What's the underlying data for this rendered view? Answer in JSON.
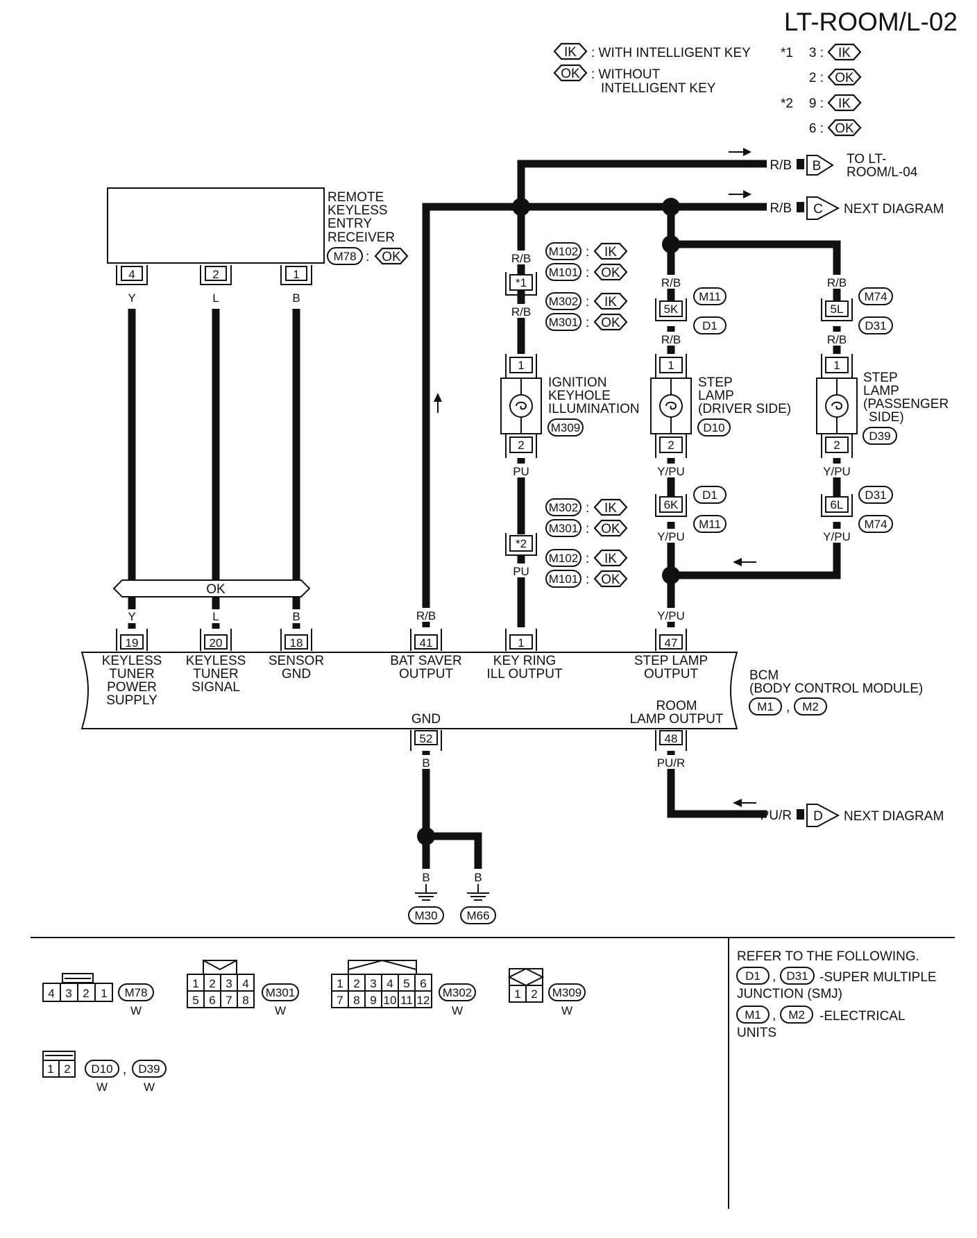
{
  "title": "LT-ROOM/L-02",
  "legend": {
    "ik_tag": "IK",
    "ik_text": ": WITH INTELLIGENT KEY",
    "ok_tag": "OK",
    "ok_text_1": ": WITHOUT",
    "ok_text_2": "INTELLIGENT KEY",
    "star1": "*1",
    "star1_a": "3 :",
    "star1_b": "2 :",
    "star2": "*2",
    "star2_a": "9 :",
    "star2_b": "6 :"
  },
  "receiver": {
    "name_1": "REMOTE",
    "name_2": "KEYLESS",
    "name_3": "ENTRY",
    "name_4": "RECEIVER",
    "connector": "M78",
    "variant": "OK",
    "pins": [
      "4",
      "2",
      "1"
    ],
    "wire_colors": [
      "Y",
      "L",
      "B"
    ]
  },
  "ok_bar": "OK",
  "bcm": {
    "name_1": "BCM",
    "name_2": "(BODY CONTROL MODULE)",
    "connectors": [
      "M1",
      "M2"
    ],
    "pins": {
      "p19": "19",
      "p20": "20",
      "p18": "18",
      "p41": "41",
      "p1": "1",
      "p47": "47",
      "p52": "52",
      "p48": "48"
    },
    "labels": {
      "kt_power_1": "KEYLESS",
      "kt_power_2": "TUNER",
      "kt_power_3": "POWER",
      "kt_power_4": "SUPPLY",
      "kt_signal_1": "KEYLESS",
      "kt_signal_2": "TUNER",
      "kt_signal_3": "SIGNAL",
      "sensor_1": "SENSOR",
      "sensor_2": "GND",
      "bat_1": "BAT SAVER",
      "bat_2": "OUTPUT",
      "key_1": "KEY RING",
      "key_2": "ILL OUTPUT",
      "step_1": "STEP LAMP",
      "step_2": "OUTPUT",
      "gnd": "GND",
      "room_1": "ROOM",
      "room_2": "LAMP OUTPUT"
    }
  },
  "wire_labels": {
    "rb": "R/B",
    "pu": "PU",
    "ypu": "Y/PU",
    "pur": "PU/R",
    "b": "B",
    "y": "Y",
    "l": "L"
  },
  "outputs": {
    "to_b_tag": "B",
    "to_b_text_1": "TO LT-",
    "to_b_text_2": "ROOM/L-04",
    "next_c_tag": "C",
    "next_d_tag": "D",
    "next_text": "NEXT DIAGRAM"
  },
  "ignition": {
    "name_1": "IGNITION",
    "name_2": "KEYHOLE",
    "name_3": "ILLUMINATION",
    "connector": "M309",
    "pin_top": "1",
    "pin_bottom": "2",
    "star1_box": "*1",
    "star2_box": "*2",
    "upper_conn": [
      "M102",
      "M101",
      "M302",
      "M301"
    ],
    "lower_conn": [
      "M302",
      "M301",
      "M102",
      "M101"
    ],
    "ik": "IK",
    "ok": "OK",
    "colon": ":"
  },
  "step_driver": {
    "name_1": "STEP",
    "name_2": "LAMP",
    "name_3": "(DRIVER SIDE)",
    "connector": "D10",
    "pin_top": "1",
    "pin_bottom": "2",
    "jc_top": "5K",
    "jc_bottom": "6K",
    "jc_top_conn": [
      "M11",
      "D1"
    ],
    "jc_bottom_conn": [
      "D1",
      "M11"
    ]
  },
  "step_passenger": {
    "name_1": "STEP",
    "name_2": "LAMP",
    "name_3": "(PASSENGER",
    "name_4": "SIDE)",
    "connector": "D39",
    "pin_top": "1",
    "pin_bottom": "2",
    "jc_top": "5L",
    "jc_bottom": "6L",
    "jc_top_conn": [
      "M74",
      "D31"
    ],
    "jc_bottom_conn": [
      "D31",
      "M74"
    ]
  },
  "grounds": [
    "M30",
    "M66"
  ],
  "connector_views": {
    "m78_pins": [
      "4",
      "3",
      "2",
      "1"
    ],
    "m78_name": "M78",
    "m301_pins_top": [
      "1",
      "2",
      "3",
      "4"
    ],
    "m301_pins_bottom": [
      "5",
      "6",
      "7",
      "8"
    ],
    "m301_name": "M301",
    "m302_pins_top": [
      "1",
      "2",
      "3",
      "4",
      "5",
      "6"
    ],
    "m302_pins_bottom": [
      "7",
      "8",
      "9",
      "10",
      "11",
      "12"
    ],
    "m302_name": "M302",
    "m309_pins": [
      "1",
      "2"
    ],
    "m309_name": "M309",
    "d10_pins": [
      "1",
      "2"
    ],
    "d10_name": "D10",
    "d39_name": "D39",
    "color_w": "W",
    "comma": ","
  },
  "refer": {
    "heading": "REFER TO THE FOLLOWING.",
    "d1": "D1",
    "d31": "D31",
    "smj_1": "-SUPER MULTIPLE",
    "smj_2": "JUNCTION (SMJ)",
    "m1": "M1",
    "m2": "M2",
    "eu_1": "-ELECTRICAL",
    "eu_2": "UNITS",
    "comma": ","
  }
}
